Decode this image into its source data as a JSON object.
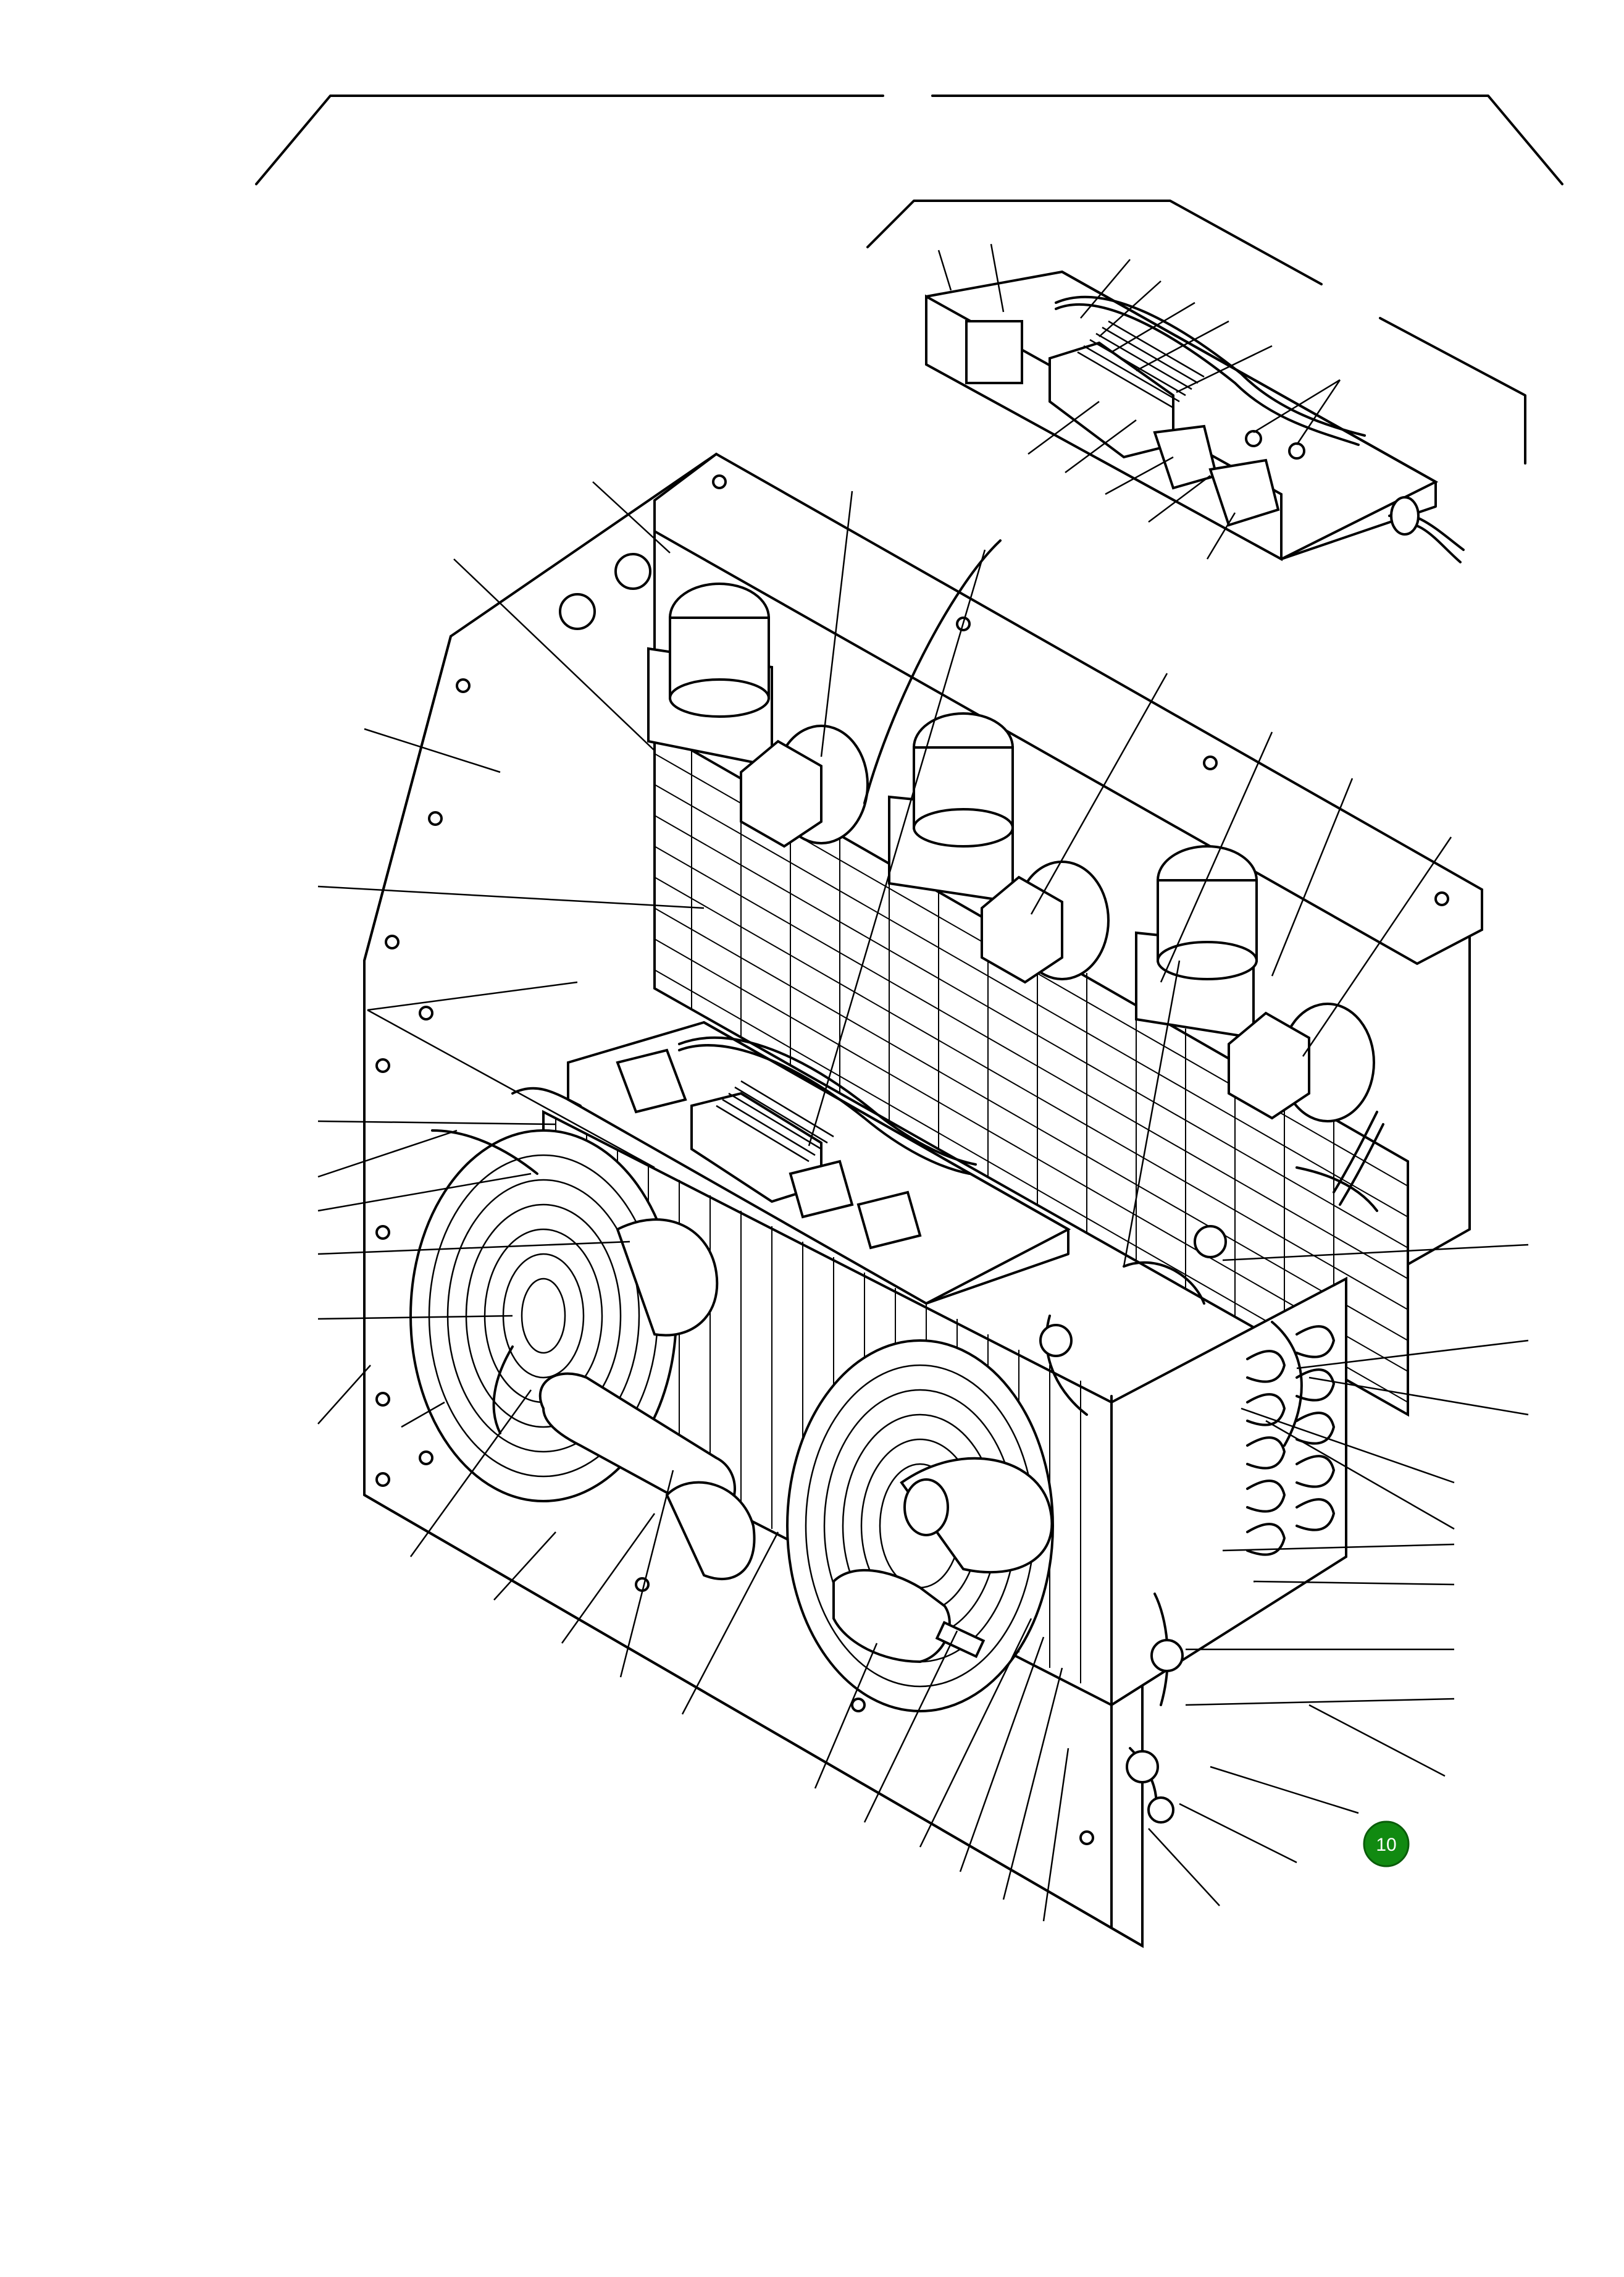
{
  "figure": {
    "callout_badge": {
      "label": "10",
      "color": "#118a11"
    },
    "icons": [
      "condenser-assembly-illustration",
      "electrical-box-inset-illustration"
    ]
  }
}
